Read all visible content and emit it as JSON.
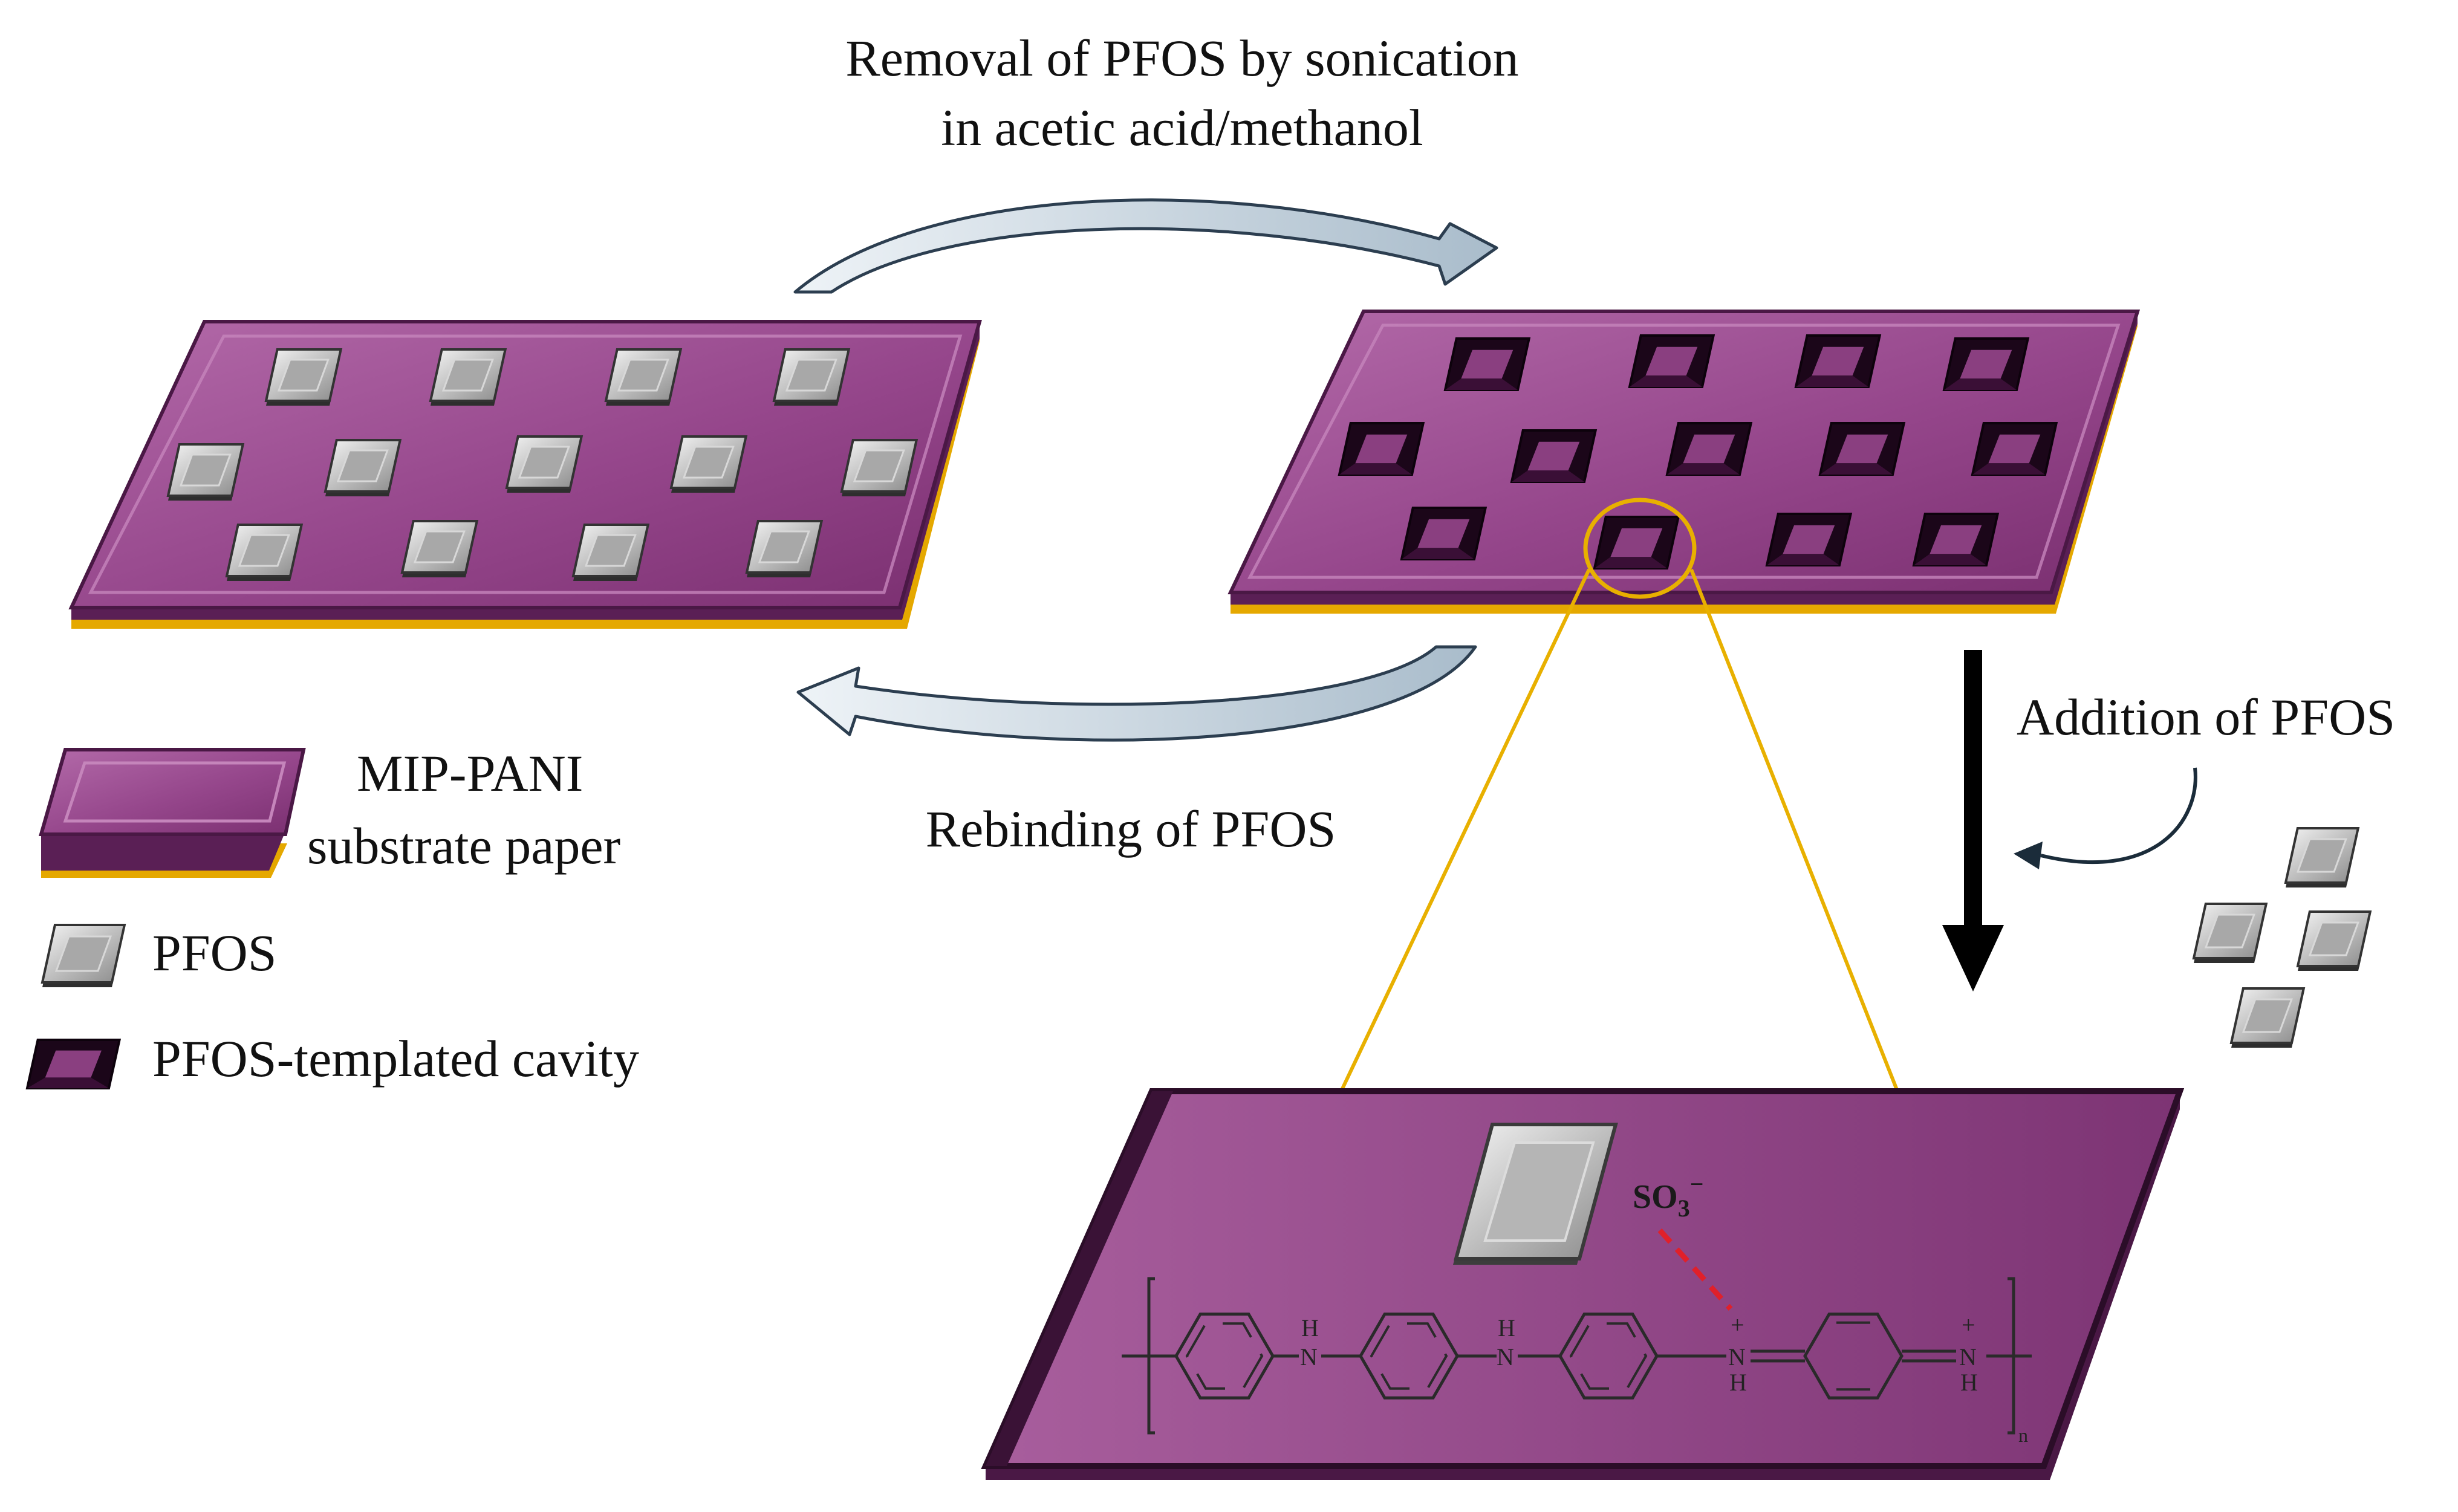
{
  "labels": {
    "removal_line1": "Removal of PFOS by sonication",
    "removal_line2": "in acetic acid/methanol",
    "rebinding": "Rebinding of PFOS",
    "addition": "Addition of PFOS"
  },
  "legend": {
    "substrate_line1": "MIP-PANI",
    "substrate_line2": "substrate paper",
    "pfos": "PFOS",
    "cavity": "PFOS-templated cavity"
  },
  "chemistry": {
    "sulfonate_main": "SO",
    "sulfonate_sub": "3",
    "sulfonate_charge": "−",
    "nh": "N",
    "h": "H",
    "plus": "+",
    "repeat_n": "n"
  },
  "colors": {
    "substrate": "#8e3f84",
    "substrate_dark": "#4a1845",
    "gold_edge": "#e5a800",
    "pfos_gray": "#9b9b9b",
    "zoom_line": "#e8b000",
    "curved_arrow": "#c4d2dc",
    "bond_dashed": "#e0202a"
  }
}
